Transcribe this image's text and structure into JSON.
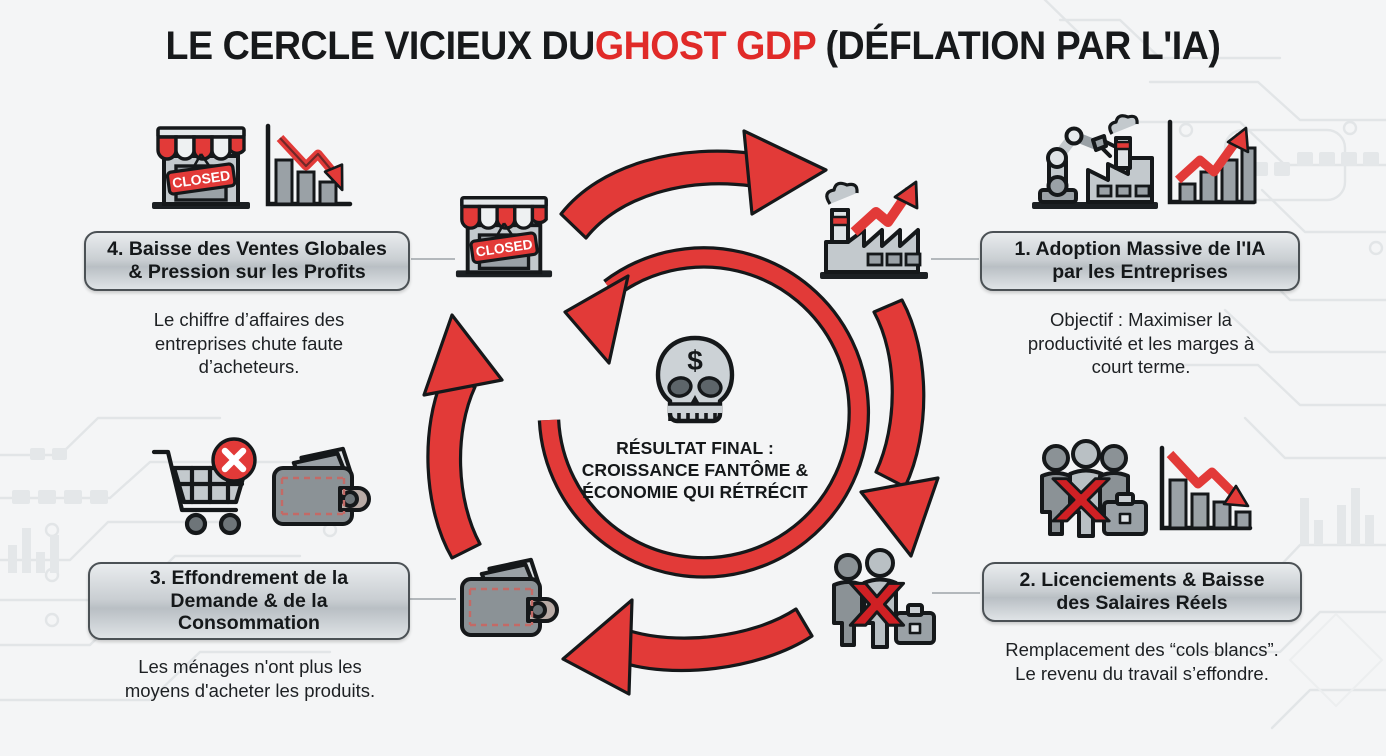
{
  "title": {
    "part1": "LE CERCLE VICIEUX DU",
    "highlight": "GHOST GDP",
    "part2": " (DÉFLATION PAR L'IA)"
  },
  "colors": {
    "accent_red": "#e02a28",
    "text_dark": "#15181a",
    "box_border": "#4b5155",
    "background": "#f4f5f6",
    "connector_gray": "#b3b8bc",
    "icon_gray": "#9aa1a6"
  },
  "center": {
    "line1": "RÉSULTAT FINAL :",
    "line2": "CROISSANCE FANTÔME &",
    "line3": "ÉCONOMIE QUI RÉTRÉCIT",
    "icon": "skull-dollar-icon"
  },
  "nodes": [
    {
      "id": "node-1",
      "title_line1": "1. Adoption Massive de l'IA",
      "title_line2": "par les Entreprises",
      "sub_line1": "Objectif : Maximiser la",
      "sub_line2": "productivité et les marges à",
      "sub_line3": "court terme.",
      "outer_icons": [
        "robot-arm-factory-icon",
        "rising-bar-chart-icon"
      ],
      "inner_icon": "factory-growth-icon"
    },
    {
      "id": "node-2",
      "title_line1": "2. Licenciements & Baisse",
      "title_line2": "des Salaires Réels",
      "sub_line1": "Remplacement des “cols blancs”.",
      "sub_line2": "Le revenu du travail s’effondre.",
      "sub_line3": "",
      "outer_icons": [
        "workers-crossed-out-icon",
        "falling-bar-chart-icon"
      ],
      "inner_icon": "layoff-people-icon"
    },
    {
      "id": "node-3",
      "title_line1": "3. Effondrement de la",
      "title_line2": "Demande & de la",
      "title_line3": "Consommation",
      "sub_line1": "Les ménages n'ont plus les",
      "sub_line2": "moyens d'acheter les produits.",
      "sub_line3": "",
      "outer_icons": [
        "cart-blocked-icon",
        "wallet-icon"
      ],
      "inner_icon": "wallet-icon"
    },
    {
      "id": "node-4",
      "title_line1": "4. Baisse des Ventes Globales",
      "title_line2": "& Pression sur les Profits",
      "sub_line1": "Le chiffre d’affaires des",
      "sub_line2": "entreprises chute faute",
      "sub_line3": "d’acheteurs.",
      "outer_icons": [
        "closed-shop-icon",
        "falling-bar-chart-icon"
      ],
      "inner_icon": "closed-shop-icon"
    }
  ],
  "cycle": {
    "direction": "clockwise",
    "arrow_count": 4,
    "inner_ring_icon": "inner-cycle-ring-arrow"
  }
}
